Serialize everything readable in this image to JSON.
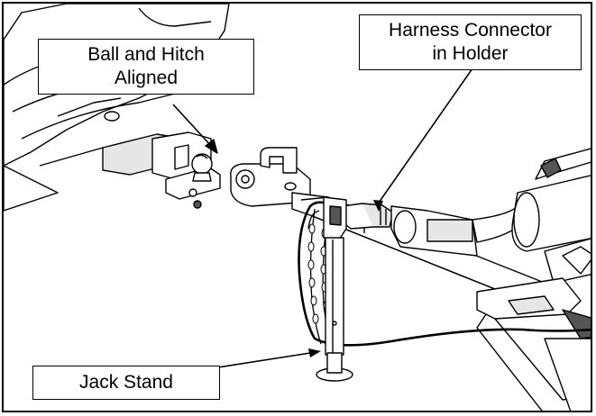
{
  "figure": {
    "callouts": {
      "ball_hitch": {
        "line1": "Ball and Hitch",
        "line2": "Aligned"
      },
      "harness": {
        "line1": "Harness Connector",
        "line2": "in Holder"
      },
      "jack": {
        "label": "Jack Stand"
      }
    },
    "colors": {
      "line": "#000000",
      "fill": "#ffffff",
      "shade": "#cfcfcf",
      "dark": "#555555"
    }
  }
}
